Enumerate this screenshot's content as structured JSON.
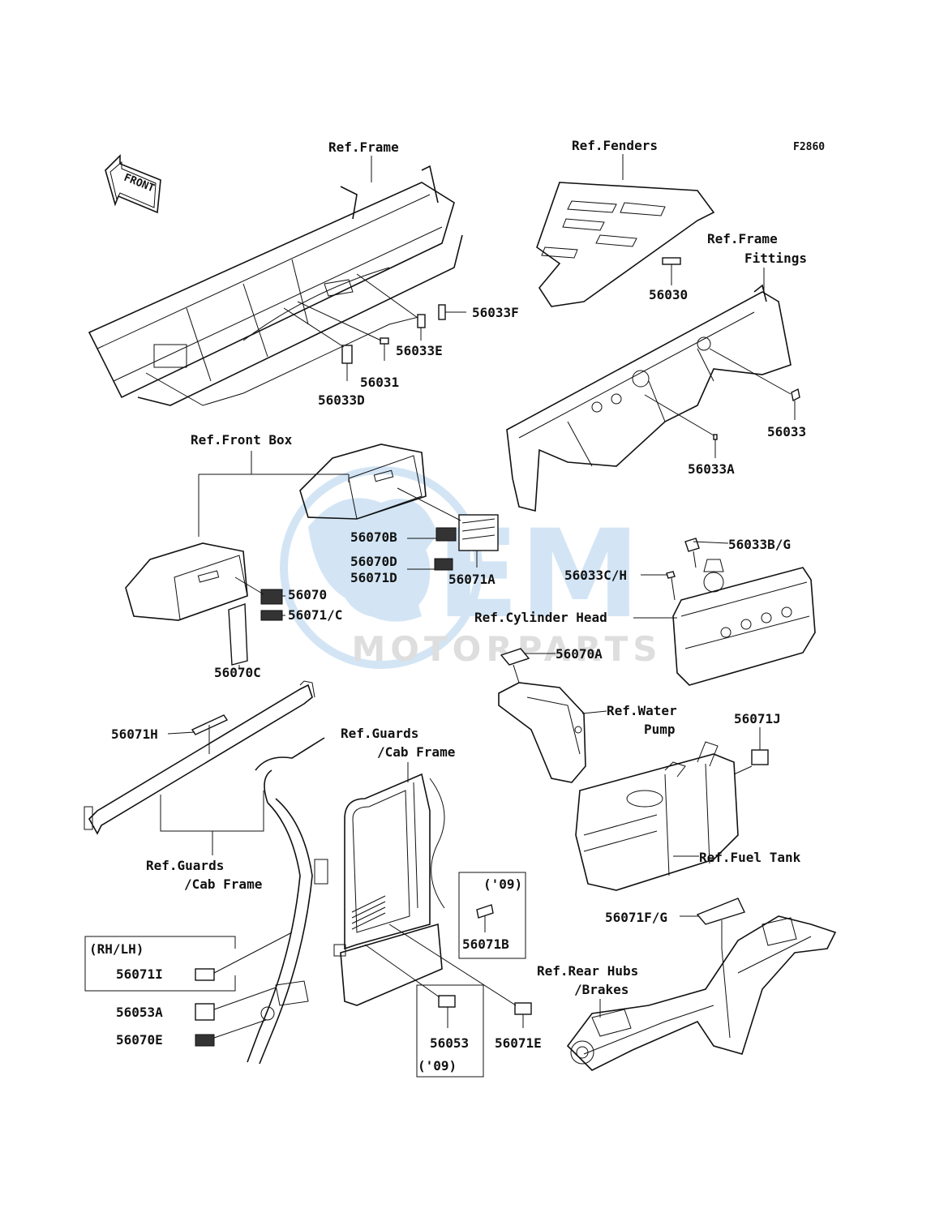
{
  "figure_code": "F2860",
  "front_arrow": "FRONT",
  "watermark": {
    "brand": "OEM",
    "sub": "MOTORPARTS",
    "color": "#9ec7ea"
  },
  "refs": {
    "frame": "Ref.Frame",
    "fenders": "Ref.Fenders",
    "frame_fittings_1": "Ref.Frame",
    "frame_fittings_2": "Fittings",
    "front_box": "Ref.Front Box",
    "cylinder_head": "Ref.Cylinder Head",
    "water_pump_1": "Ref.Water",
    "water_pump_2": "Pump",
    "guards_cab_frame_1a": "Ref.Guards",
    "guards_cab_frame_1b": "/Cab Frame",
    "guards_cab_frame_2a": "Ref.Guards",
    "guards_cab_frame_2b": "/Cab Frame",
    "fuel_tank": "Ref.Fuel Tank",
    "rear_hubs_1": "Ref.Rear Hubs",
    "rear_hubs_2": "/Brakes"
  },
  "parts": {
    "p56033F": "56033F",
    "p56033E": "56033E",
    "p56031": "56031",
    "p56033D": "56033D",
    "p56030": "56030",
    "p56033": "56033",
    "p56033A": "56033A",
    "p56070B": "56070B",
    "p56070D": "56070D",
    "p56071D": "56071D",
    "p56071A": "56071A",
    "p56070": "56070",
    "p56071C": "56071/C",
    "p56070C": "56070C",
    "p56033BG": "56033B/G",
    "p56033CH": "56033C/H",
    "p56070A": "56070A",
    "p56071H": "56071H",
    "p56071J": "56071J",
    "p56071B": "56071B",
    "p56071FG": "56071F/G",
    "p56071I": "56071I",
    "p56053A": "56053A",
    "p56070E": "56070E",
    "p56053": "56053",
    "p56071E": "56071E"
  },
  "boxes": {
    "rhlh": "(RH/LH)",
    "year_top": "('09)",
    "year_bottom": "('09)"
  }
}
